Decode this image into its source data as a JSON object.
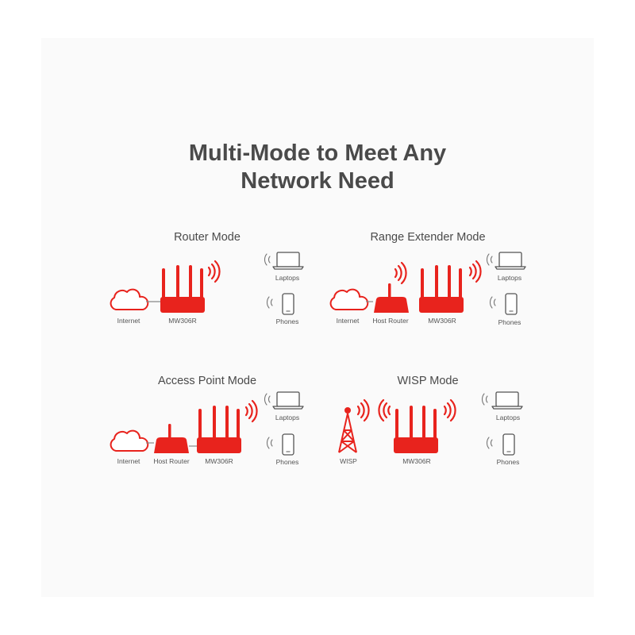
{
  "title": {
    "line1": "Multi-Mode to Meet Any",
    "line2": "Network Need"
  },
  "colors": {
    "accent": "#e8231d",
    "text": "#4a4a4a",
    "background": "#fafafa"
  },
  "modes": [
    {
      "title": "Router Mode",
      "labels": {
        "internet": "Internet",
        "device": "MW306R",
        "laptops": "Laptops",
        "phones": "Phones"
      }
    },
    {
      "title": "Range Extender Mode",
      "labels": {
        "internet": "Internet",
        "host": "Host Router",
        "device": "MW306R",
        "laptops": "Laptops",
        "phones": "Phones"
      }
    },
    {
      "title": "Access Point Mode",
      "labels": {
        "internet": "Internet",
        "host": "Host Router",
        "device": "MW306R",
        "laptops": "Laptops",
        "phones": "Phones"
      }
    },
    {
      "title": "WISP Mode",
      "labels": {
        "wisp": "WISP",
        "device": "MW306R",
        "laptops": "Laptops",
        "phones": "Phones"
      }
    }
  ],
  "icons": [
    "cloud-icon",
    "router-icon",
    "host-router-icon",
    "laptop-icon",
    "phone-icon",
    "wifi-waves-icon",
    "tower-icon"
  ]
}
